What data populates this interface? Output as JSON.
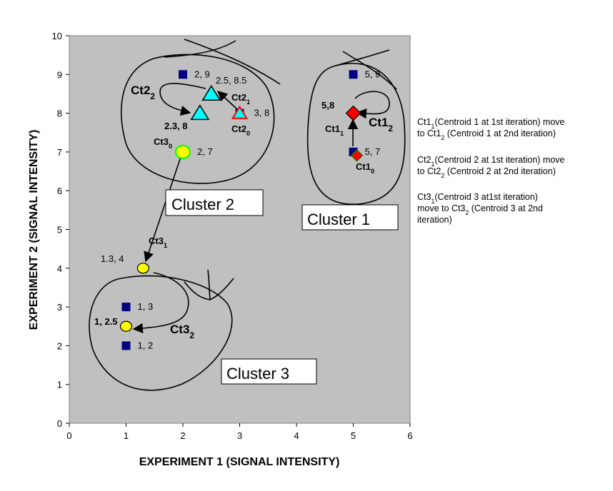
{
  "chart_data": {
    "type": "scatter",
    "xlabel": "EXPERIMENT 1 (SIGNAL INTENSITY)",
    "ylabel": "EXPERIMENT 2 (SIGNAL INTENSITY)",
    "xlim": [
      0,
      6
    ],
    "ylim": [
      0,
      10
    ],
    "xticks": [
      0,
      1,
      2,
      3,
      4,
      5,
      6
    ],
    "yticks": [
      0,
      1,
      2,
      3,
      4,
      5,
      6,
      7,
      8,
      9,
      10
    ],
    "grid": false,
    "background": "#c0c0c0",
    "colors": {
      "data": "#000080",
      "cluster2": "#00ffff",
      "cluster1": "#ff0000",
      "cluster3": "#ffff00"
    },
    "data_points": [
      {
        "x": 2,
        "y": 9,
        "label": "2, 9"
      },
      {
        "x": 3,
        "y": 8,
        "label": "3, 8"
      },
      {
        "x": 2,
        "y": 7,
        "label": "2, 7"
      },
      {
        "x": 5,
        "y": 9,
        "label": "5, 9"
      },
      {
        "x": 5,
        "y": 7,
        "label": "5, 7"
      },
      {
        "x": 1,
        "y": 3,
        "label": "1, 3"
      },
      {
        "x": 1,
        "y": 2,
        "label": "1, 2"
      }
    ],
    "centroids": [
      {
        "cluster": 2,
        "shape": "triangle",
        "x": 3,
        "y": 8,
        "name": "Ct2",
        "sub": "0"
      },
      {
        "cluster": 2,
        "shape": "triangle",
        "x": 2.5,
        "y": 8.5,
        "name": "Ct2",
        "sub": "1",
        "label": "2.5, 8.5"
      },
      {
        "cluster": 2,
        "shape": "triangle",
        "x": 2.3,
        "y": 8,
        "name": "Ct2",
        "sub": "2",
        "label": "2.3, 8"
      },
      {
        "cluster": 1,
        "shape": "diamond",
        "x": 5,
        "y": 7,
        "name": "Ct1",
        "sub": "0"
      },
      {
        "cluster": 1,
        "shape": "diamond",
        "x": 5,
        "y": 8,
        "name": "Ct1",
        "sub": "1",
        "label": "5,8"
      },
      {
        "cluster": 3,
        "shape": "circle",
        "x": 2,
        "y": 7,
        "name": "Ct3",
        "sub": "0"
      },
      {
        "cluster": 3,
        "shape": "circle",
        "x": 1.3,
        "y": 4,
        "name": "Ct3",
        "sub": "1",
        "label": "1.3, 4"
      },
      {
        "cluster": 3,
        "shape": "circle",
        "x": 1,
        "y": 2.5,
        "name": "Ct3",
        "sub": "2",
        "label": "1, 2.5"
      }
    ],
    "extra_labels": {
      "ct1_2": "Ct1",
      "ct1_2_sub": "2",
      "ct2_2": "Ct2",
      "ct2_2_sub": "2"
    },
    "clusters": [
      "Cluster 1",
      "Cluster 2",
      "Cluster 3"
    ],
    "notes": [
      {
        "a": "Ct1",
        "a_sub": "1",
        "b": "(Centroid 1 at 1st iteration) move",
        "c": "to Ct1",
        "c_sub": "2",
        "d": " (Centroid 1 at 2nd iteration)",
        "e": ""
      },
      {
        "a": "Ct2",
        "a_sub": "1",
        "b": "(Centroid 2 at 1st iteration) move",
        "c": "to Ct2",
        "c_sub": "2",
        "d": " (Centroid 2 at 2nd iteration)",
        "e": ""
      },
      {
        "a": "Ct3",
        "a_sub": "1",
        "b": "(Centroid 3 at1st iteration)",
        "c": "move to Ct3",
        "c_sub": "2",
        "d": " (Centroid 3 at 2nd",
        "e": "iteration)"
      }
    ]
  }
}
